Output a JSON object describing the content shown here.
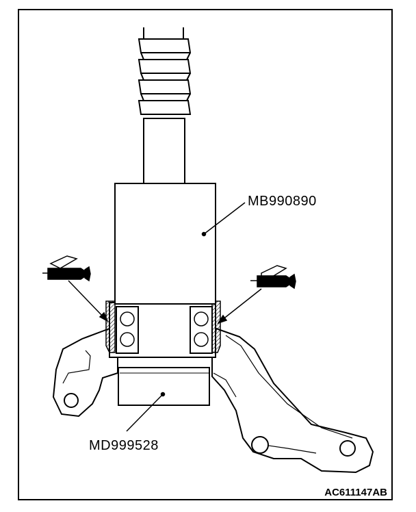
{
  "figure": {
    "tool_upper_label": "MB990890",
    "tool_lower_label": "MD999528",
    "figure_code": "AC611147AB"
  },
  "icons": [
    "grease-gun-icon-left",
    "grease-gun-icon-right"
  ]
}
